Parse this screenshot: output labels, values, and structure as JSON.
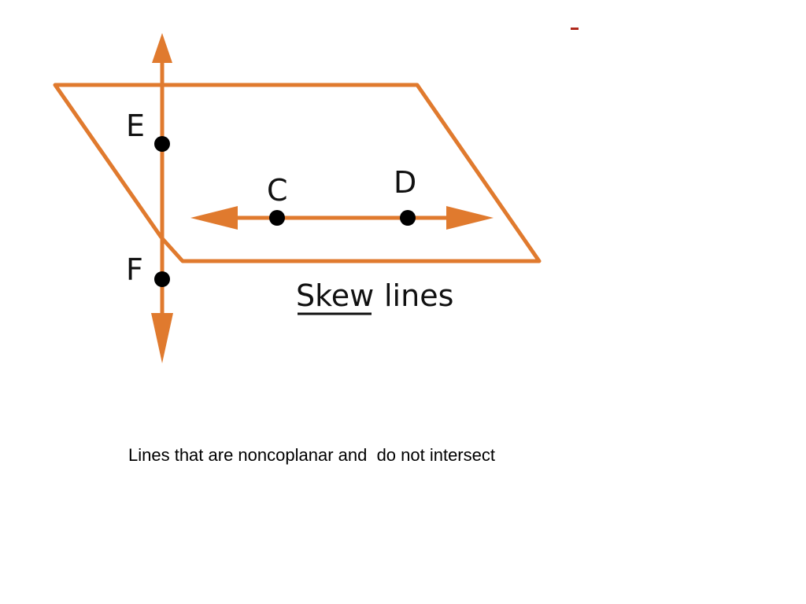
{
  "diagram": {
    "points": {
      "E": "E",
      "F": "F",
      "C": "C",
      "D": "D"
    },
    "title_word_1": "Skew",
    "title_word_2": "lines"
  },
  "caption": "Lines that are noncoplanar and  do not intersect",
  "colors": {
    "line": "#e07a2e",
    "point": "#000000",
    "text": "#111111",
    "corner_mark": "#b0281c"
  }
}
